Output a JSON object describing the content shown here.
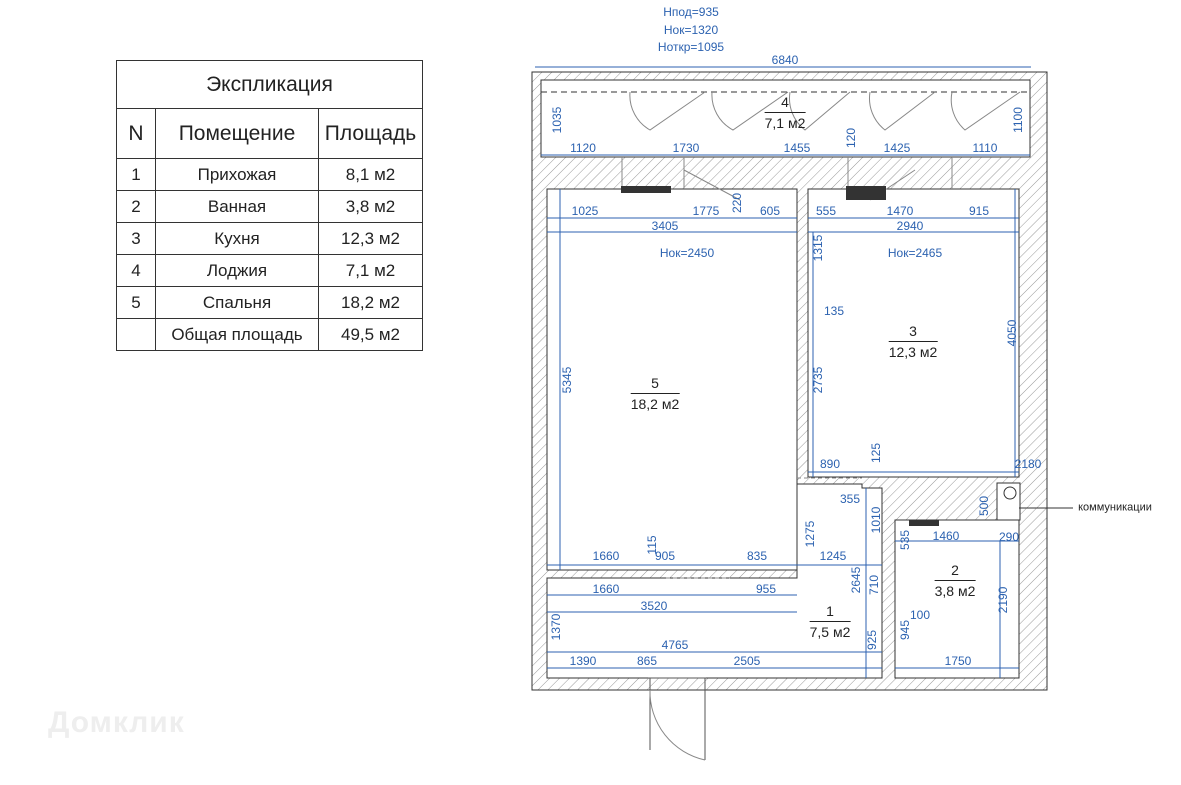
{
  "explication": {
    "title": "Экспликация",
    "headers": [
      "N",
      "Помещение",
      "Площадь"
    ],
    "rows": [
      [
        "1",
        "Прихожая",
        "8,1 м2"
      ],
      [
        "2",
        "Ванная",
        "3,8 м2"
      ],
      [
        "3",
        "Кухня",
        "12,3 м2"
      ],
      [
        "4",
        "Лоджия",
        "7,1 м2"
      ],
      [
        "5",
        "Спальня",
        "18,2 м2"
      ],
      [
        "",
        "Общая площадь",
        "49,5 м2"
      ]
    ]
  },
  "window_heights": [
    "Нпод=935",
    "Нок=1320",
    "Ноткр=1095"
  ],
  "rooms": [
    {
      "n": "4",
      "area": "7,1 м2"
    },
    {
      "n": "3",
      "area": "12,3 м2"
    },
    {
      "n": "5",
      "area": "18,2 м2"
    },
    {
      "n": "1",
      "area": "7,5 м2"
    },
    {
      "n": "2",
      "area": "3,8 м2"
    }
  ],
  "ceiling": [
    "Нок=2450",
    "Нок=2465"
  ],
  "dims": [
    "6840",
    "1035",
    "1100",
    "1120",
    "1730",
    "1455",
    "120",
    "1425",
    "1110",
    "1025",
    "1775",
    "220",
    "605",
    "555",
    "1470",
    "915",
    "3405",
    "2940",
    "1315",
    "135",
    "4050",
    "2735",
    "5345",
    "890",
    "125",
    "2180",
    "355",
    "1010",
    "500",
    "1460",
    "290",
    "535",
    "1275",
    "1660",
    "115",
    "905",
    "835",
    "1245",
    "2645",
    "710",
    "1660",
    "955",
    "3520",
    "100",
    "1370",
    "925",
    "945",
    "4765",
    "2190",
    "1390",
    "865",
    "2505",
    "1750"
  ],
  "communications_label": "коммуникации",
  "watermark": "Домклик",
  "colors": {
    "dimension": "#2c62b0",
    "wall": "#333333"
  }
}
